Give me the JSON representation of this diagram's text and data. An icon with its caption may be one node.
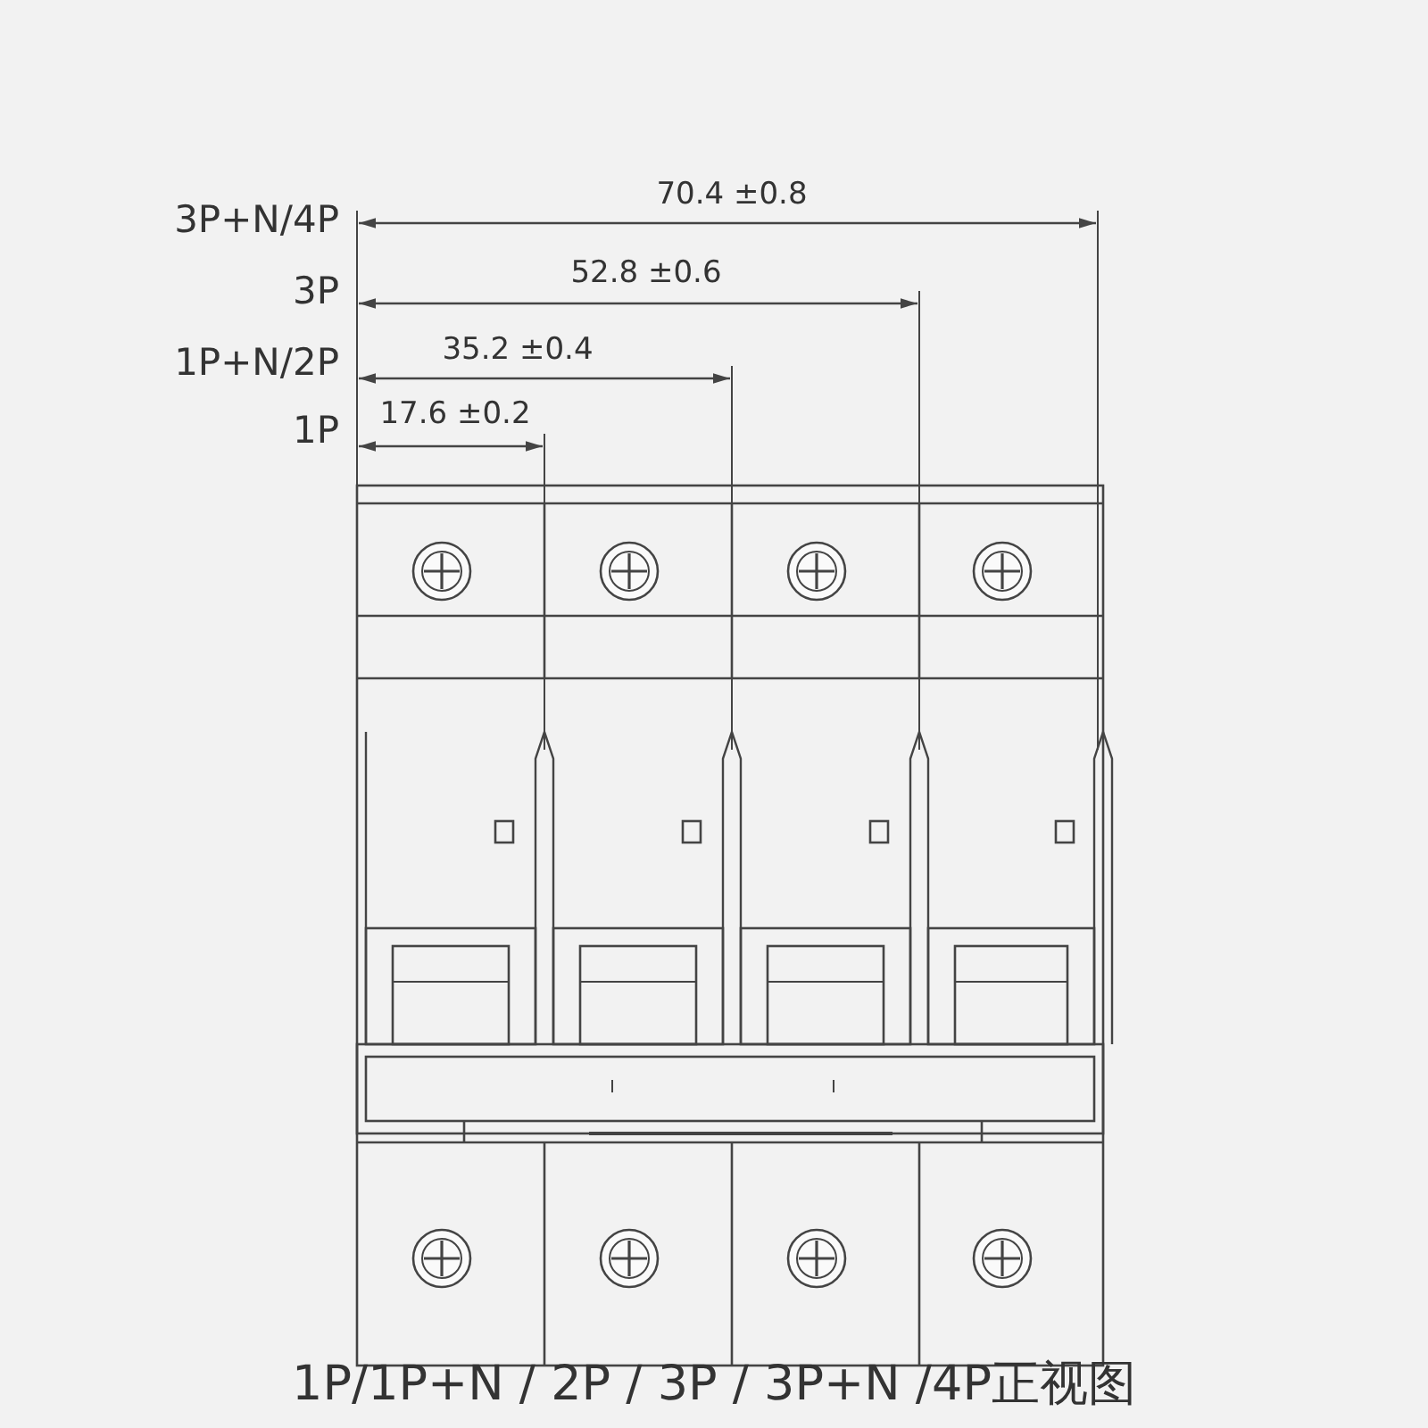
{
  "diagram": {
    "caption": "1P/1P+N / 2P / 3P / 3P+N /4P正视图",
    "labels": [
      "3P+N/4P",
      "70.4 ±0.8",
      "3P",
      "52.8 ±0.6",
      "1P+N/2P",
      "35.2 ±0.4",
      "1P",
      "17.6 ±0.2"
    ]
  }
}
